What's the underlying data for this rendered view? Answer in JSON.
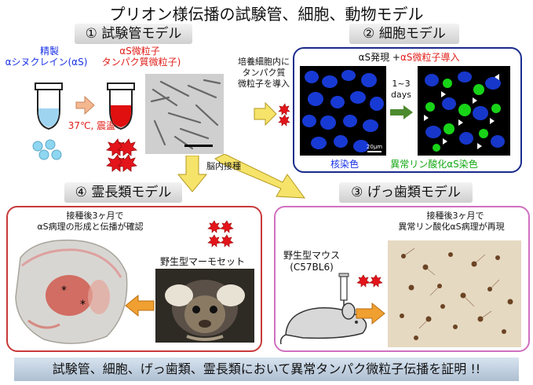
{
  "title": "プリオン様伝播の試験管、細胞、動物モデル",
  "panels": {
    "test_tube": {
      "header": "① 試験管モデル",
      "purified_label": "精製",
      "asyn_label": "αシヌクレイン(αS)",
      "fibril_label_1": "αS微粒子",
      "fibril_label_2": "タンパク質微粒子)",
      "condition": "37℃, 震盪"
    },
    "cell": {
      "header": "② 細胞モデル",
      "intro": [
        "培養細胞内に",
        "タンパク質",
        "微粒子を導入"
      ],
      "expr_label": "αS発現 + ",
      "intro_label": "αS微粒子導入",
      "days_label_1": "1~3",
      "days_label_2": "days",
      "scale_label": "20μm",
      "nuclear_stain": "核染色",
      "phospho_stain": "異常リン酸化αS染色"
    },
    "rodent": {
      "header": "③ げっ歯類モデル",
      "note_1": "接種後3ヶ月で",
      "note_2": "異常リン酸化αS病理が再現",
      "mouse_label_1": "野生型マウス",
      "mouse_label_2": "(C57BL6)"
    },
    "primate": {
      "header": "④ 霊長類モデル",
      "note_1": "接種後3ヶ月で",
      "note_2": "αS病理の形成と伝播が確認",
      "animal_label": "野生型マーモセット"
    }
  },
  "arrow_label": "脳内接種",
  "conclusion": "試験管、細胞、げっ歯類、霊長類において異常タンパク微粒子伝播を証明 !!",
  "colors": {
    "blue_text": "#1a33e6",
    "red_text": "#e0201b",
    "green_text": "#15a815",
    "arrow_yellow": "#f6e36a",
    "arrow_orange": "#f0a030",
    "arrow_green": "#4c8a2e",
    "cell_box_border": "#1a2c8c",
    "primate_box_border": "#c83a3a",
    "rodent_box_border": "#d070c0"
  }
}
